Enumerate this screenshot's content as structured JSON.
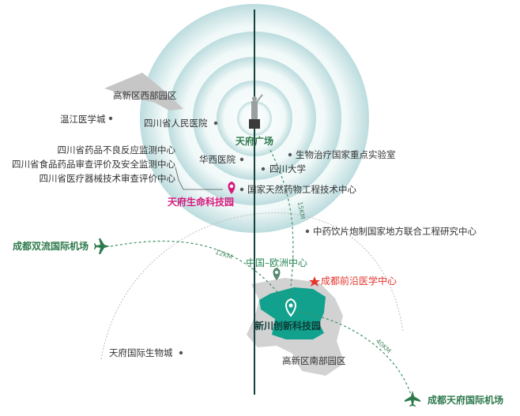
{
  "labels": {
    "gaoxin_west": "高新区西部园区",
    "wenjiang": "温江医学城",
    "sichuan_hospital": "四川省人民医院",
    "tianfu_square": "天府广场",
    "bio_lab": "生物治疗国家重点实验室",
    "adr_center": "四川省药品不良反应监测中心",
    "food_drug_center": "四川省食品药品审查评价及安全监测中心",
    "device_center": "四川省医疗器械技术审查评价中心",
    "huaxi": "华西医院",
    "scu": "四川大学",
    "natural_drug": "国家天然药物工程技术中心",
    "tianfu_life": "天府生命科技园",
    "tcm_center": "中药饮片炮制国家地方联合工程研究中心",
    "shuangliu_airport": "成都双流国际机场",
    "china_europe": "中国–欧洲中心",
    "frontier_med": "成都前沿医学中心",
    "xinchuan": "新川创新科技园",
    "tianfu_bio": "天府国际生物城",
    "gaoxin_south": "高新区南部园区",
    "tianfu_airport": "成都天府国际机场"
  },
  "distances": {
    "to_square": "15KM",
    "to_shuangliu": "12KM",
    "to_tianfu_airport": "40KM"
  },
  "colors": {
    "ring_light": "#dff0f1",
    "ring_dark": "#a4cbcf",
    "axis_line": "#17413c",
    "park_teal": "#12a18d",
    "gray_area": "#d2d2d2",
    "airport_green": "#2e7a4d",
    "dash_green": "#3e9163",
    "pin_pink": "#d6197e",
    "star_red": "#e5342d"
  },
  "icons": [
    "airplane-icon",
    "location-pin-icon",
    "star-icon",
    "statue-icon"
  ]
}
